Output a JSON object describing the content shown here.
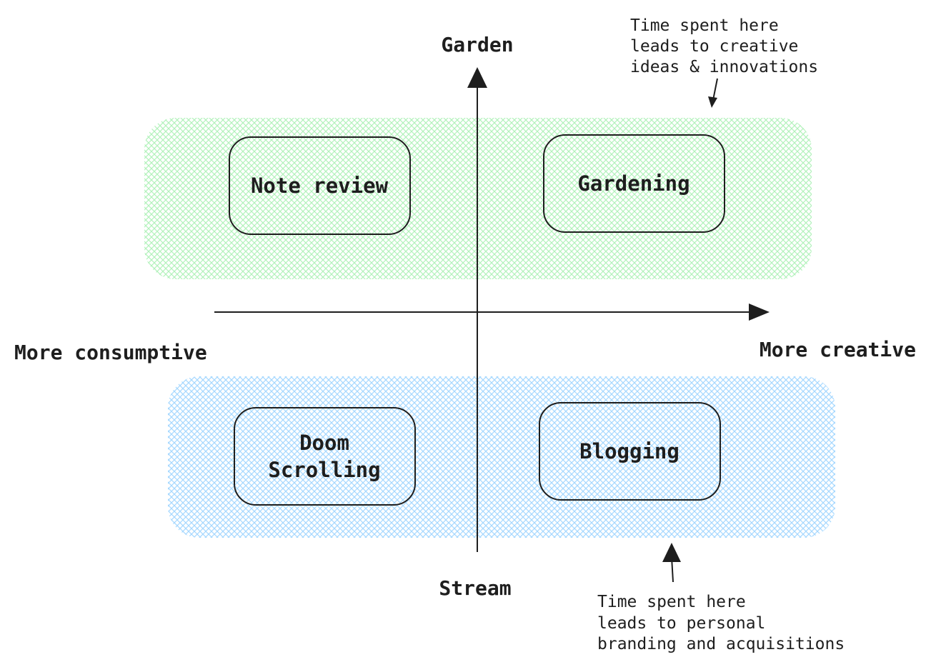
{
  "axes": {
    "top_label": "Garden",
    "bottom_label": "Stream",
    "left_label": "More consumptive",
    "right_label": "More creative"
  },
  "zones": {
    "garden_fill_color": "#b2f2bb",
    "stream_fill_color": "#a5d8ff"
  },
  "boxes": {
    "note_review": "Note review",
    "gardening": "Gardening",
    "doom_scrolling_line1": "Doom",
    "doom_scrolling_line2": "Scrolling",
    "blogging": "Blogging"
  },
  "annotations": {
    "top": {
      "line1": "Time spent here",
      "line2": "leads to creative",
      "line3": "ideas & innovations"
    },
    "bottom": {
      "line1": "Time spent here",
      "line2": "leads to personal",
      "line3": "branding and acquisitions"
    }
  },
  "colors": {
    "stroke": "#1e1e1e"
  }
}
